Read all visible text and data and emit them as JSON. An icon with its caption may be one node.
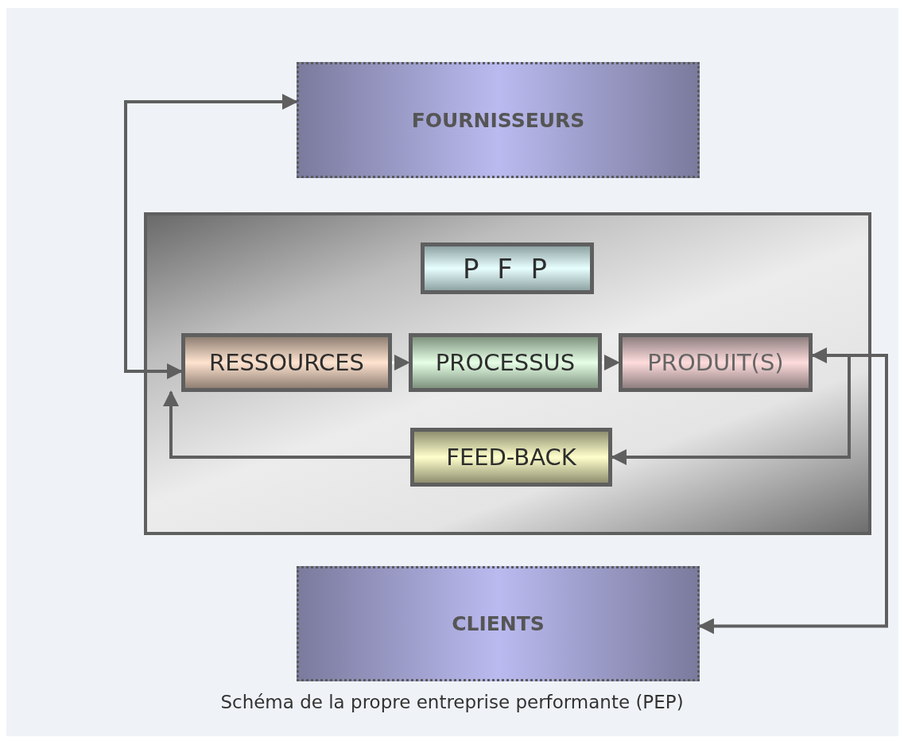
{
  "diagram": {
    "caption": "Schéma de la propre entreprise performante (PEP)",
    "nodes": [
      {
        "text": [
          "FOURNISSEURS"
        ]
      },
      {
        "text": [],
        "shape": "box"
      },
      {
        "text": [
          "P F P"
        ],
        "in": 1
      },
      {
        "text": [
          "RESSOURCES"
        ],
        "in": 1
      },
      {
        "text": [
          "PROCESSUS"
        ],
        "in": 1
      },
      {
        "text": [
          "PRODUIT(S)"
        ],
        "in": 1
      },
      {
        "text": [
          "FEED-BACK"
        ],
        "in": 1
      },
      {
        "text": [
          "CLIENTS"
        ]
      }
    ],
    "edges": [
      {
        "from": 0,
        "to": 3,
        "arrow": "both"
      },
      {
        "from": 3,
        "to": 4,
        "arrow": "to",
        "color": "#ffffff"
      },
      {
        "from": 4,
        "to": 5,
        "arrow": "to",
        "color": "#ffffff"
      },
      {
        "from": 5,
        "to": 6,
        "arrow": "to"
      },
      {
        "from": 6,
        "to": 3,
        "arrow": "to"
      },
      {
        "from": 5,
        "to": 7,
        "arrow": "both"
      }
    ]
  }
}
